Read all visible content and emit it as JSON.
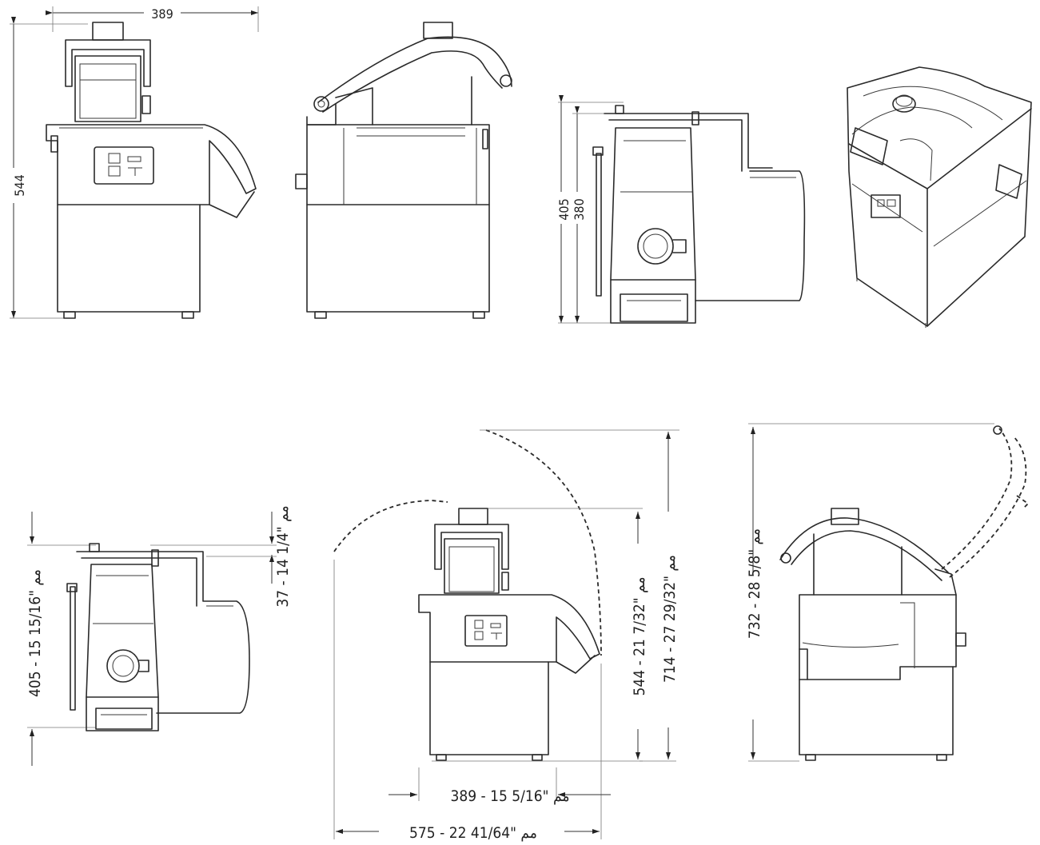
{
  "drawing": {
    "views": [
      {
        "name": "front-view",
        "dims": {
          "width": "389",
          "height": "544"
        }
      },
      {
        "name": "side-view"
      },
      {
        "name": "side-view-open",
        "dims": {
          "outer": "405",
          "inner": "380"
        }
      },
      {
        "name": "isometric-view"
      }
    ],
    "bottom": {
      "side": {
        "height": "405 - 15 15/16\" مم",
        "top_offset": "37 - 14 1/4\" مم"
      },
      "front": {
        "width": "389 - 15 5/16\" مم",
        "swing_width": "575 - 22 41/64\" مم",
        "height": "544 - 21 7/32\" مم",
        "height_open": "714 - 27 29/32\" مم"
      },
      "profile": {
        "height_open": "732 - 28 5/8\" مم"
      }
    }
  }
}
